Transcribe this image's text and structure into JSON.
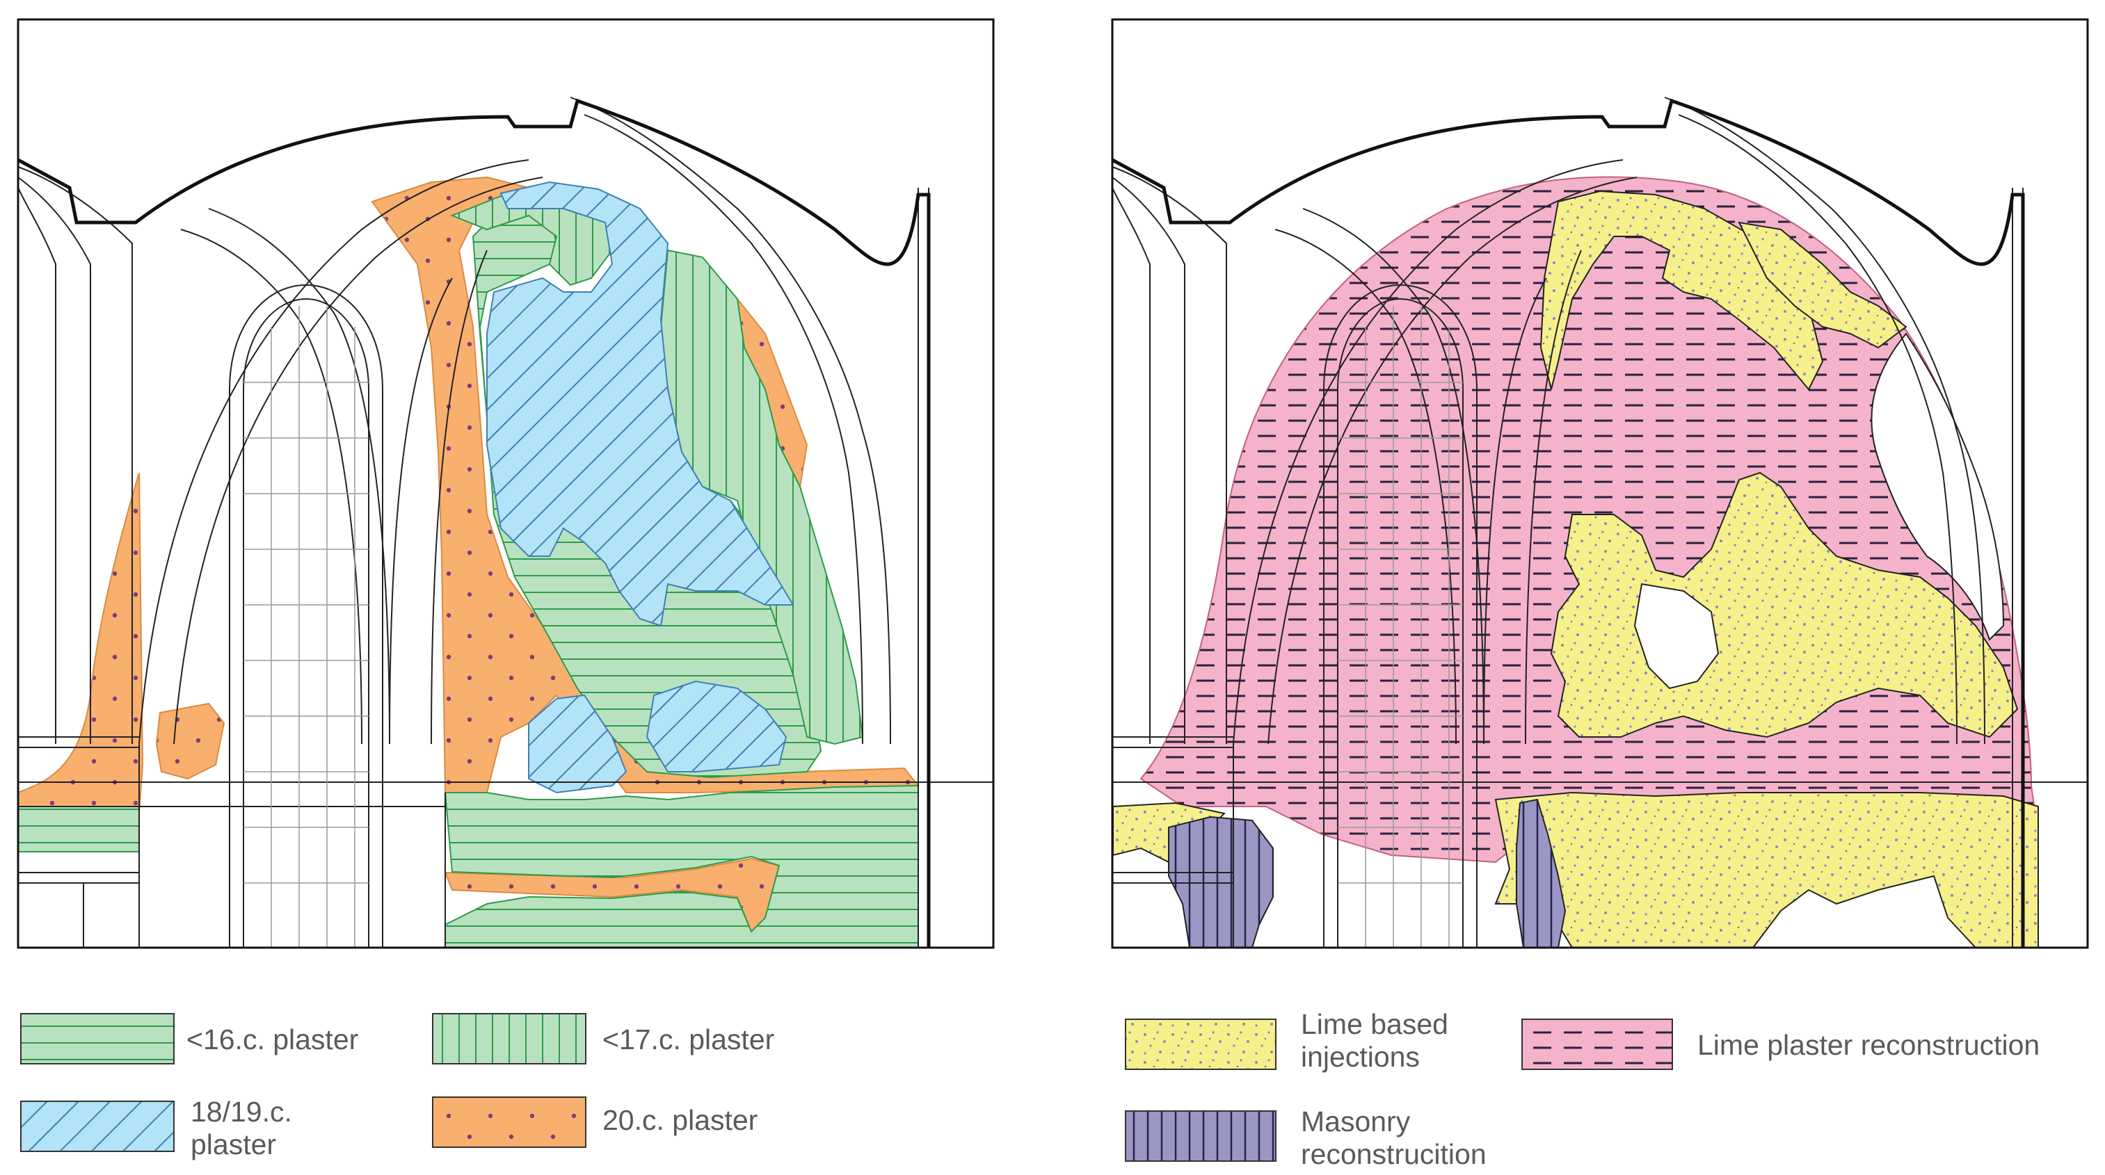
{
  "figure": {
    "left_panel": {
      "legend": [
        {
          "label": "<16.c. plaster",
          "color": "#b8e2bf",
          "pattern": "horizontal-lines"
        },
        {
          "label": "<17.c. plaster",
          "color": "#b8e2bf",
          "pattern": "vertical-lines"
        },
        {
          "label": "18/19.c.\nplaster",
          "color": "#b3e3f7",
          "pattern": "diagonal-lines"
        },
        {
          "label": "20.c. plaster",
          "color": "#f9b06e",
          "pattern": "dots"
        }
      ]
    },
    "right_panel": {
      "legend": [
        {
          "label": "Lime based\ninjections",
          "color": "#f6f08a",
          "pattern": "speckle"
        },
        {
          "label": "Lime plaster reconstruction",
          "color": "#f4b3ca",
          "pattern": "dashes"
        },
        {
          "label": "Masonry\nreconstrucition",
          "color": "#9b97c4",
          "pattern": "vertical-lines"
        }
      ]
    }
  }
}
